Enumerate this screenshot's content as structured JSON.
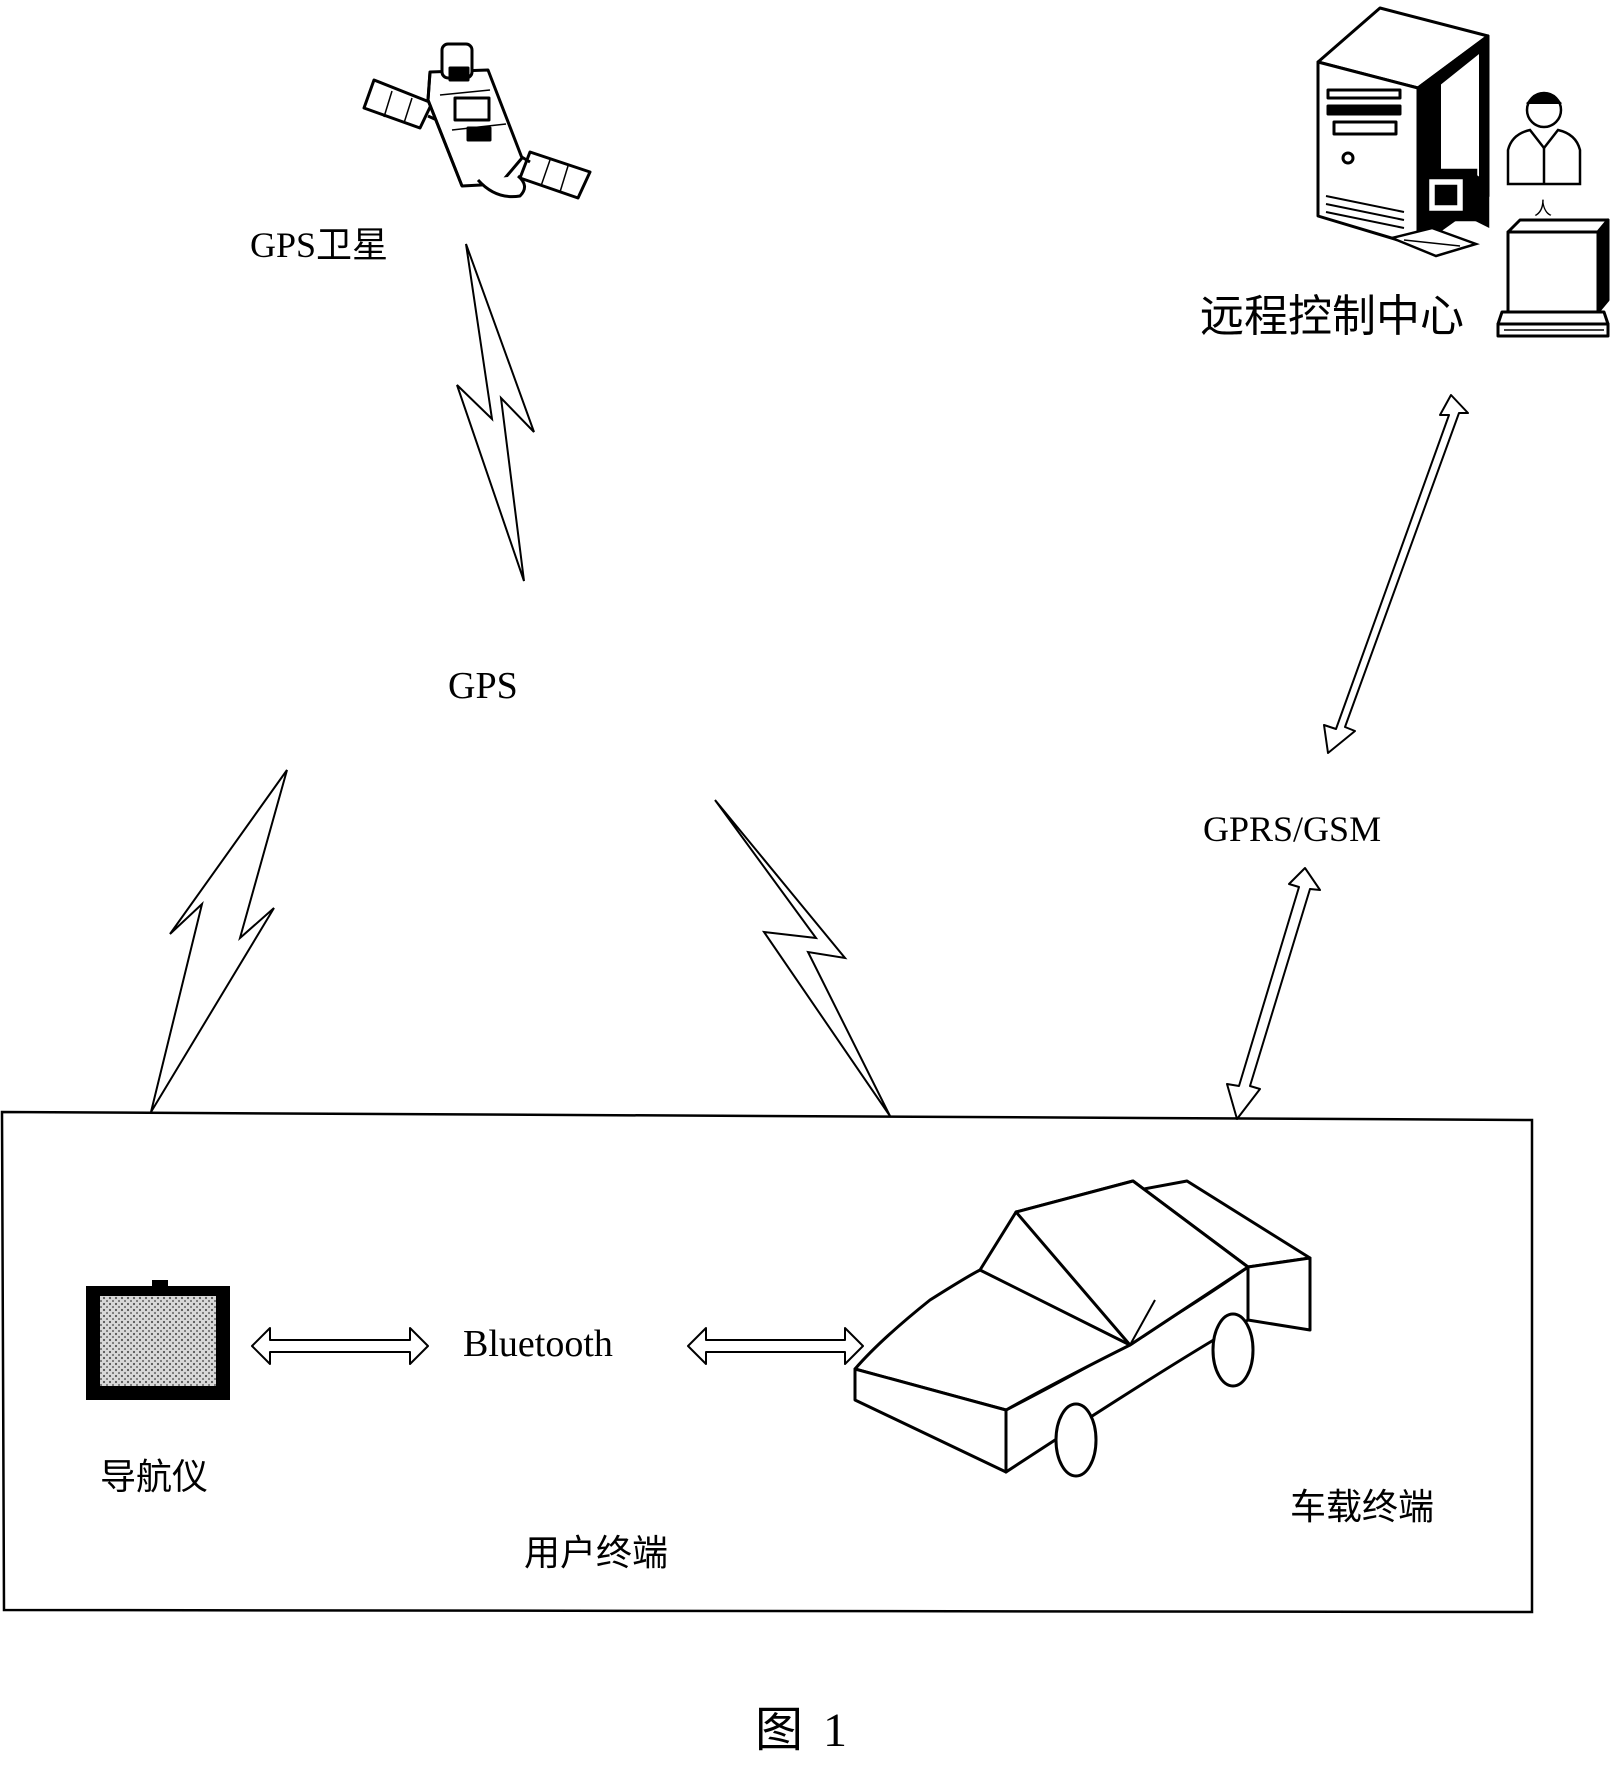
{
  "labels": {
    "gps_satellite": "GPS卫星",
    "remote_control_center": "远程控制中心",
    "gps": "GPS",
    "gprs_gsm": "GPRS/GSM",
    "bluetooth": "Bluetooth",
    "navigator": "导航仪",
    "vehicle_terminal": "车载终端",
    "user_terminal": "用户终端",
    "figure_caption": "图  1",
    "operator_tag": "人"
  },
  "icons": {
    "satellite": "satellite-icon",
    "server": "server-tower-icon",
    "operator": "operator-person-icon",
    "workstation": "computer-workstation-icon",
    "navigator": "navigation-device-icon",
    "car": "car-icon"
  },
  "colors": {
    "line": "#000000",
    "background": "#ffffff"
  }
}
